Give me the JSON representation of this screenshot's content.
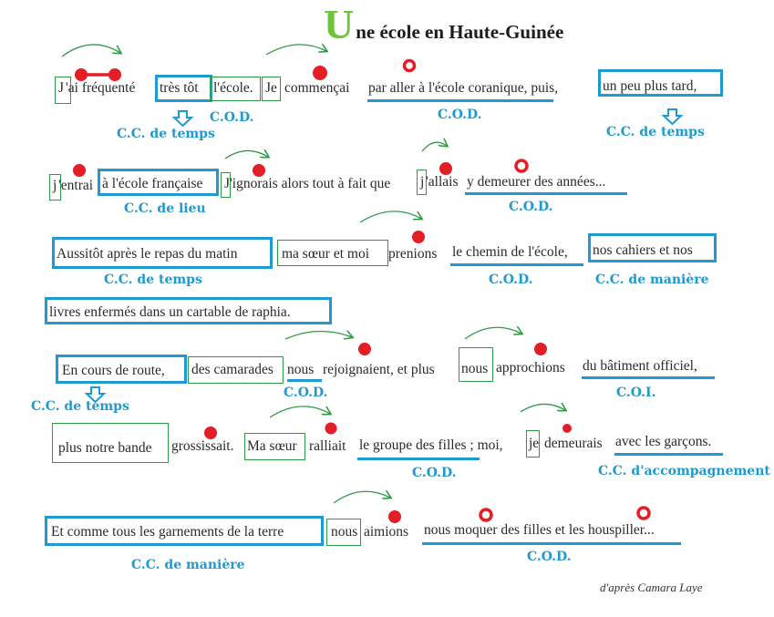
{
  "title": {
    "initial": "U",
    "rest": "ne école en Haute-Guinée"
  },
  "credit": "d'après Camara Laye",
  "colors": {
    "green": "#2e9a44",
    "blue": "#1e9ad0",
    "red": "#e41e26",
    "title_green": "#6cc43a"
  },
  "lines": {
    "l1": {
      "s0": "J",
      "s1": "'ai fréquenté",
      "s2": "très tôt",
      "s3": "l'école.",
      "s4": "Je",
      "s5": "commençai",
      "s6": "par aller à l'école coranique, puis,",
      "s7": "un peu plus tard,"
    },
    "l2": {
      "s0": "j",
      "s1": "'entrai",
      "s2": "à l'école française",
      "s3": "J",
      "s4": "'ignorais alors tout à fait que",
      "s5": "j",
      "s6": "'allais",
      "s7": "y demeurer des années..."
    },
    "l3": {
      "s0": "Aussitôt après le repas du matin",
      "s1": "ma sœur et moi",
      "s2": "prenions",
      "s3": "le chemin de l'école,",
      "s4": "nos cahiers et nos"
    },
    "l4": {
      "s0": "livres enfermés dans un cartable de raphia."
    },
    "l5": {
      "s0": "En cours de route,",
      "s1": "des camarades",
      "s2": "nous",
      "s3": "rejoignaient, et plus",
      "s4": "nous",
      "s5": "approchions",
      "s6": "du bâtiment officiel,"
    },
    "l6": {
      "s0": "plus notre bande",
      "s1": "grossissait.",
      "s2": "Ma sœur",
      "s3": "ralliait",
      "s4": "le groupe des filles ; moi,",
      "s5": "je",
      "s6": "demeurais",
      "s7": "avec les garçons."
    },
    "l7": {
      "s0": "Et comme tous les garnements de la terre",
      "s1": "nous",
      "s2": "aimions",
      "s3": "nous moquer des filles et les houspiller..."
    }
  },
  "labels": {
    "a": "C.O.D.",
    "b": "C.C. de temps",
    "c": "C.O.D.",
    "d": "C.C. de temps",
    "e": "C.C. de lieu",
    "f": "C.O.D.",
    "g": "C.C. de temps",
    "h": "C.O.D.",
    "i": "C.C. de manière",
    "j": "C.O.D.",
    "k": "C.C. de temps",
    "l": "C.O.I.",
    "m": "C.O.D.",
    "n": "C.C. d'accompagnement",
    "o": "C.C. de manière",
    "p": "C.O.D."
  }
}
